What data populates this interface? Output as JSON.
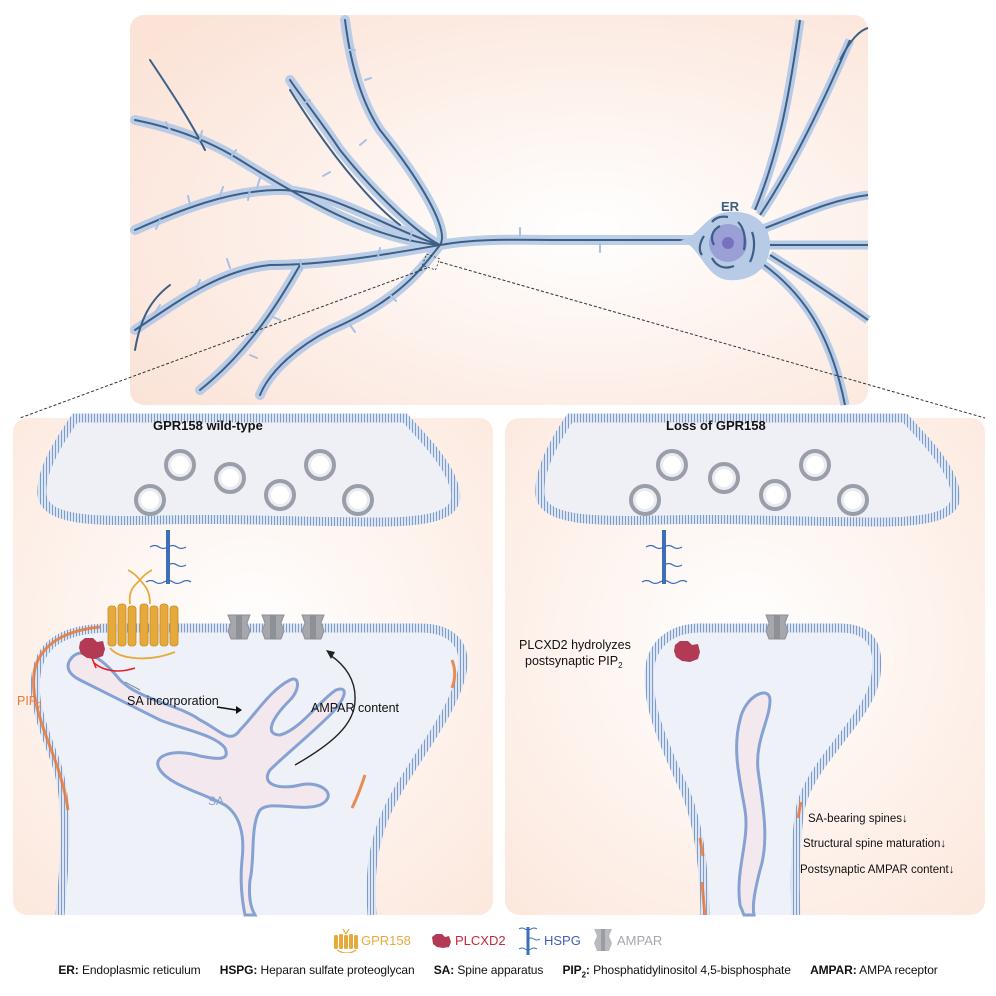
{
  "figure": {
    "neuron_panel": {
      "organelle_label": "ER"
    },
    "panels": [
      {
        "id": "wild-type",
        "title": "GPR158 wild-type",
        "labels": {
          "pip2_main": "PIP",
          "pip2_sub": "2",
          "sa_incorporation": "SA incorporation",
          "ampar_content": "AMPAR content",
          "sa": "SA"
        }
      },
      {
        "id": "loss",
        "title": "Loss of GPR158",
        "labels": {
          "hydrolysis_line1": "PLCXD2 hydrolyzes",
          "hydrolysis_line2_main": "postsynaptic PIP",
          "hydrolysis_line2_sub": "2",
          "effects": [
            "SA-bearing spines↓",
            "Structural spine maturation↓",
            "Postsynaptic AMPAR content↓"
          ]
        }
      }
    ],
    "colors": {
      "panel_bg": "#fdeee6",
      "dendrite_dark": "#3d5f86",
      "dendrite_light": "#b7cbe6",
      "membrane": "#7f9cc7",
      "pip2": "#e8793a",
      "gpr158": "#e6aa3c",
      "plcxd2": "#b23a54",
      "hspg": "#3d6fb8",
      "ampar": "#a5a7ad",
      "inhibit": "#e0202a"
    }
  },
  "legend": {
    "items": [
      {
        "icon": "gpr158-icon",
        "label": "GPR158",
        "color": "#e6aa3c"
      },
      {
        "icon": "plcxd2-icon",
        "label": "PLCXD2",
        "color": "#c8283c"
      },
      {
        "icon": "hspg-icon",
        "label": "HSPG",
        "color": "#3d5fb8"
      },
      {
        "icon": "ampar-icon",
        "label": "AMPAR",
        "color": "#a5a7ad"
      }
    ]
  },
  "abbreviations": [
    {
      "abbr": "ER",
      "sub": "",
      "definition": "Endoplasmic reticulum"
    },
    {
      "abbr": "HSPG",
      "sub": "",
      "definition": "Heparan sulfate proteoglycan"
    },
    {
      "abbr": "SA",
      "sub": "",
      "definition": "Spine apparatus"
    },
    {
      "abbr": "PIP",
      "sub": "2",
      "definition": "Phosphatidylinositol 4,5-bisphosphate"
    },
    {
      "abbr": "AMPAR",
      "sub": "",
      "definition": "AMPA receptor"
    }
  ]
}
